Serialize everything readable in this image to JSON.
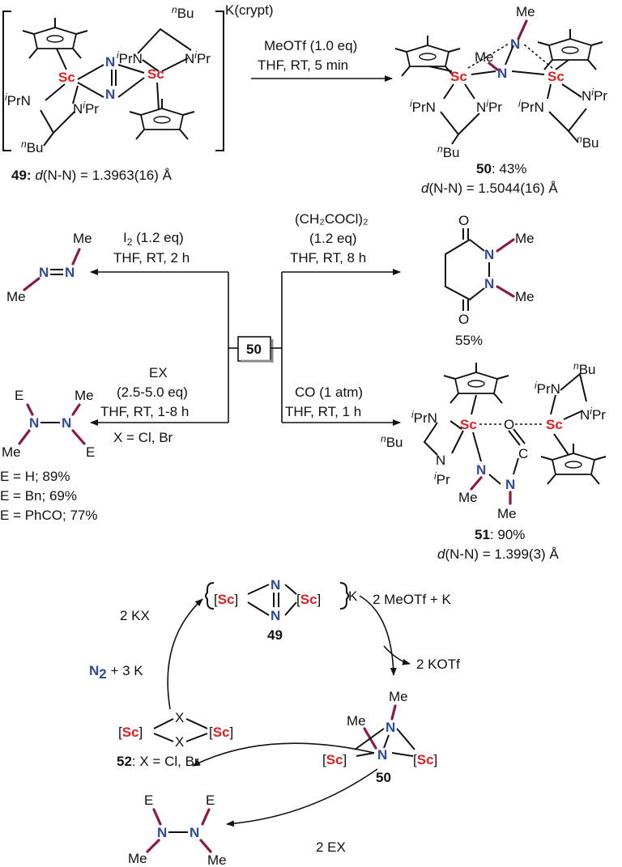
{
  "compounds": {
    "c49": {
      "counterion": "K(crypt)",
      "label": "49:",
      "nn_prefix": "d",
      "nn_value": "(N-N) = 1.3963(16) Å"
    },
    "c50": {
      "label": "50",
      "yield": ": 43%",
      "nn_prefix": "d",
      "nn_value": "(N-N) = 1.5044(16) Å"
    },
    "c51": {
      "label": "51",
      "yield": ": 90%",
      "nn_prefix": "d",
      "nn_value": "(N-N) = 1.399(3) Å"
    },
    "dione": {
      "yield": "55%"
    },
    "hydrazines": {
      "lines": [
        "E = H; 89%",
        "E = Bn; 69%",
        "E = PhCO; 77%"
      ]
    },
    "c52": {
      "label": "52",
      "text": ": X = Cl, Br"
    }
  },
  "conditions": {
    "meotf": {
      "reagent": "MeOTf (1.0 eq)",
      "solvent": "THF, RT, 5 min"
    },
    "iodine": {
      "reagent_base": "I",
      "reagent_sub": "2",
      "reagent_rest": " (1.2 eq)",
      "solvent": "THF, RT, 2 h"
    },
    "succinyl": {
      "reagent": "(CH₂COCl)₂",
      "amount": "(1.2 eq)",
      "solvent": "THF, RT, 8 h"
    },
    "ex": {
      "reagent": "EX",
      "amount": "(2.5-5.0 eq)",
      "solvent": "THF, RT, 1-8 h",
      "note": "X = Cl, Br"
    },
    "co": {
      "reagent": "CO (1 atm)",
      "solvent": "THF, RT, 1 h"
    }
  },
  "hub": {
    "label": "50"
  },
  "cycle": {
    "top_label": "49",
    "right_reagent": "2 MeOTf + K",
    "right_product": "2 KOTf",
    "bottom_label": "50",
    "bottom_reagent": "2 EX",
    "left_top": "2 KX",
    "left_n2": "N",
    "left_n2_sub": "2",
    "left_rest": " + 3 K"
  },
  "atoms": {
    "sc": "Sc",
    "n": "N",
    "o": "O",
    "c": "C",
    "x": "X",
    "e": "E",
    "me": "Me",
    "k": "K",
    "nipr": "N",
    "ipr_sup": "i",
    "pr": "Pr",
    "nbu_sup": "n",
    "bu": "Bu",
    "sc_bracket_l": "[",
    "sc_bracket_r": "]"
  },
  "colors": {
    "sc": "#e02020",
    "n": "#2b4aa0",
    "me_bond": "#8a1a4a"
  }
}
